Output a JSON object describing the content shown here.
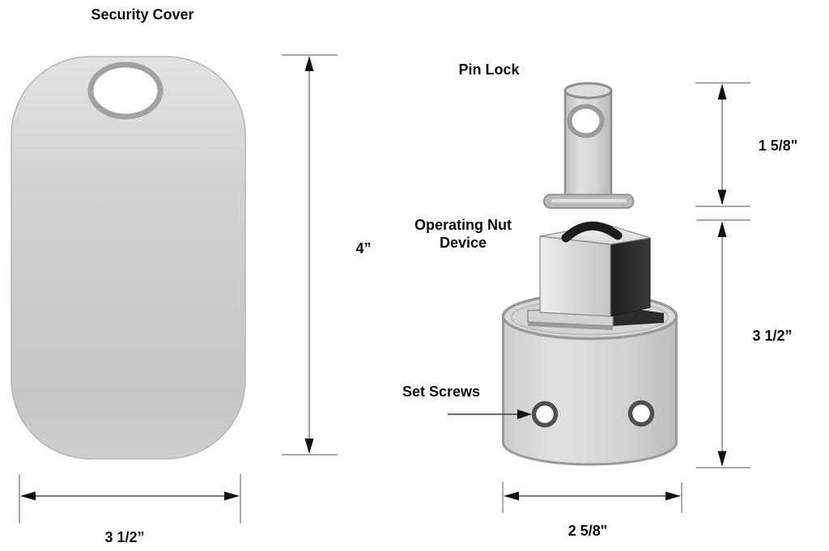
{
  "diagram": {
    "labels": {
      "security_cover": "Security Cover",
      "pin_lock": "Pin Lock",
      "operating_nut_line1": "Operating Nut",
      "operating_nut_line2": "Device",
      "set_screws": "Set Screws"
    },
    "dimensions": {
      "cover_height": "4”",
      "cover_width": "3 1/2”",
      "pin_height": "1 5/8\"",
      "device_height": "3 1/2”",
      "device_width": "2 5/8\""
    },
    "colors": {
      "background": "#ffffff",
      "part_fill_light": "#d6d6d6",
      "part_outline": "#8f8f8f",
      "dark_face": "#262626",
      "dimension_line": "#5a5a5a",
      "tick_line": "#8c8c8c",
      "arrowhead": "#111111",
      "text": "#0d0d0d"
    }
  }
}
